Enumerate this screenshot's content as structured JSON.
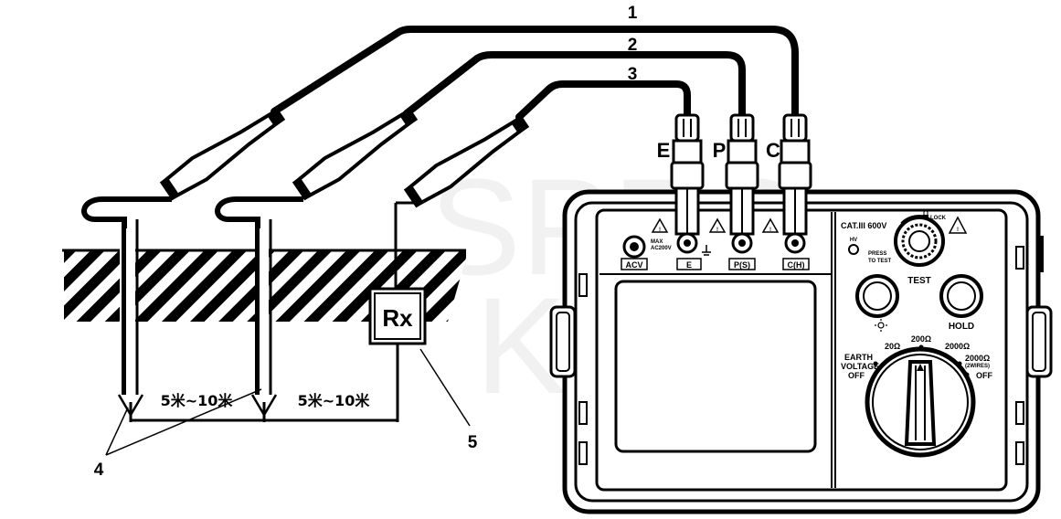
{
  "callouts": {
    "lead1": "1",
    "lead2": "2",
    "lead3": "3",
    "spikes": "4",
    "resistance": "5"
  },
  "terminals": {
    "e": "E",
    "p": "P",
    "c": "C"
  },
  "ground": {
    "rx": "Rx",
    "distance1": "5米~10米",
    "distance2": "5米~10米"
  },
  "meter": {
    "cat_rating": "CAT.III 600V",
    "lock": "LOCK",
    "hv": "HV",
    "press_line1": "PRESS",
    "press_line2": "TO TEST",
    "test": "TEST",
    "hold": "HOLD",
    "max_line1": "MAX",
    "max_line2": "AC200V",
    "jack_acv": "ACV",
    "jack_e": "E",
    "jack_p": "P(S)",
    "jack_c": "C(H)",
    "range_20": "20Ω",
    "range_200": "200Ω",
    "range_2000": "2000Ω",
    "range_2wire": "2000Ω",
    "range_2wire_sub": "(2WIRES)",
    "earth_line1": "EARTH",
    "earth_line2": "VOLTAGE",
    "off_left": "OFF",
    "off_right": "OFF",
    "backlight_icon": "sun-icon",
    "warning_icon": "warning-triangle-icon"
  },
  "watermark": {
    "line1": "SPEC",
    "line2": "KABLE"
  }
}
